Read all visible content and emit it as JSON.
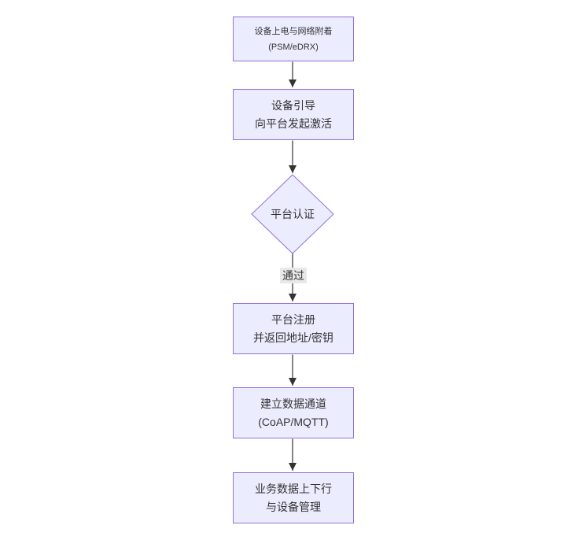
{
  "diagram": {
    "type": "flowchart",
    "direction": "top-down",
    "colors": {
      "background": "#ffffff",
      "node_fill": "#ececff",
      "node_border": "#9370db",
      "text": "#333333",
      "arrow": "#333333",
      "edge_label_bg": "#e8e8e8"
    },
    "nodes": [
      {
        "id": "power-attach",
        "shape": "rect",
        "lines": [
          "设备上电与网络附着",
          "(PSM/eDRX)"
        ]
      },
      {
        "id": "bootstrap-activate",
        "shape": "rect",
        "lines": [
          "设备引导",
          "向平台发起激活"
        ]
      },
      {
        "id": "platform-auth",
        "shape": "diamond",
        "lines": [
          "平台认证"
        ]
      },
      {
        "id": "platform-register",
        "shape": "rect",
        "lines": [
          "平台注册",
          "并返回地址/密钥"
        ]
      },
      {
        "id": "data-channel",
        "shape": "rect",
        "lines": [
          "建立数据通道",
          "(CoAP/MQTT)"
        ]
      },
      {
        "id": "business-data",
        "shape": "rect",
        "lines": [
          "业务数据上下行",
          "与设备管理"
        ]
      }
    ],
    "edges": [
      {
        "from": "power-attach",
        "to": "bootstrap-activate",
        "label": ""
      },
      {
        "from": "bootstrap-activate",
        "to": "platform-auth",
        "label": ""
      },
      {
        "from": "platform-auth",
        "to": "platform-register",
        "label": "通过"
      },
      {
        "from": "platform-register",
        "to": "data-channel",
        "label": ""
      },
      {
        "from": "data-channel",
        "to": "business-data",
        "label": ""
      }
    ]
  }
}
